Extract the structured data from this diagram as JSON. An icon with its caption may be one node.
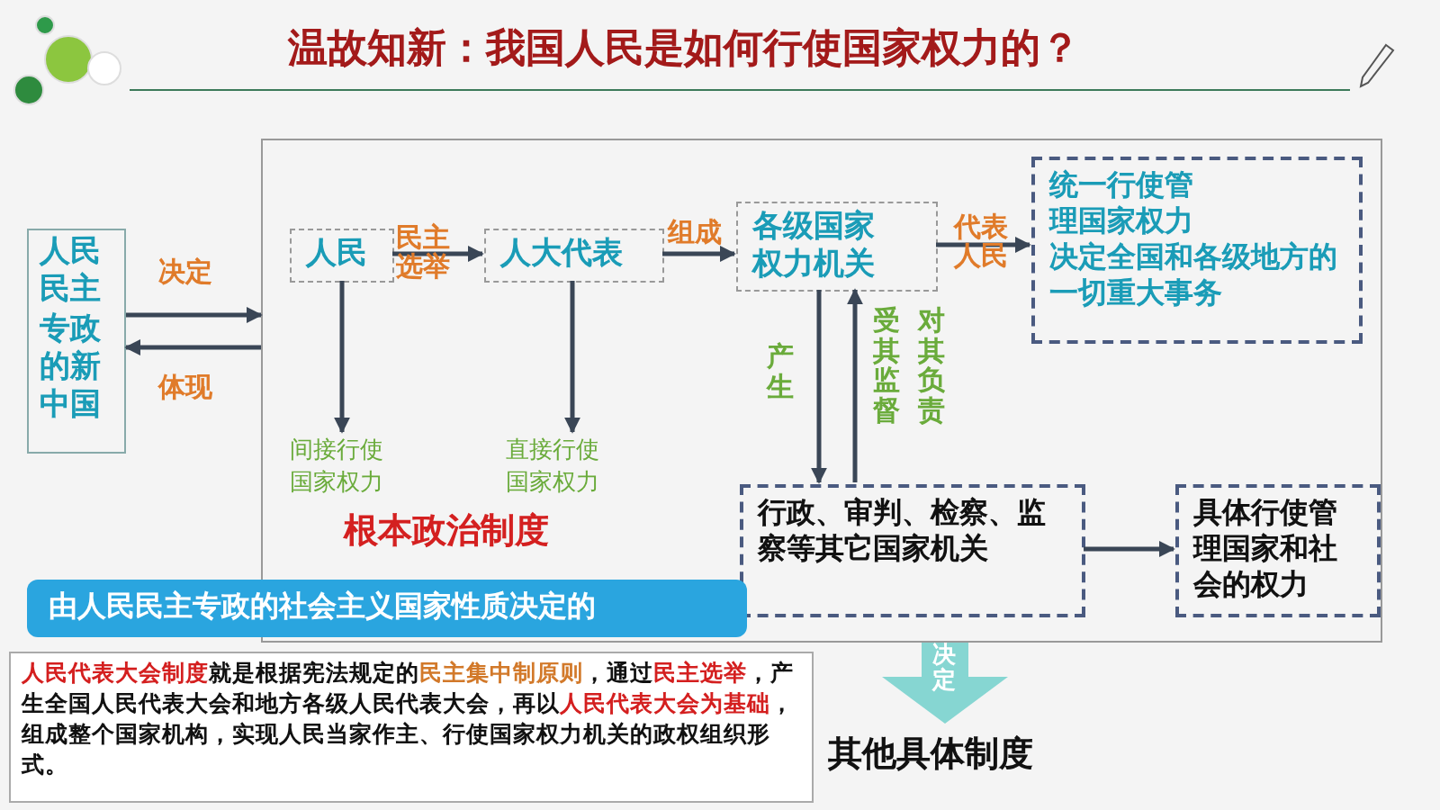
{
  "diagram": {
    "title": "温故知新：我国人民是如何行使国家权力的？",
    "nodes": [
      {
        "text": [
          "人民民主专政的新中国"
        ]
      },
      {
        "text": [
          "根本政治制度"
        ]
      },
      {
        "text": [
          "人民"
        ],
        "in": 1
      },
      {
        "text": [
          "人大代表"
        ],
        "in": 1
      },
      {
        "text": [
          "各级国家权力机关"
        ],
        "in": 1
      },
      {
        "text": [
          "统一行使管理国家权力",
          "决定全国和各级地方的一切重大事务"
        ],
        "in": 1
      },
      {
        "text": [
          "间接行使国家权力"
        ],
        "in": 1
      },
      {
        "text": [
          "直接行使国家权力"
        ],
        "in": 1
      },
      {
        "text": [
          "行政、审判、检察、监察等其它国家机关"
        ],
        "in": 1
      },
      {
        "text": [
          "具体行使管理国家和社会的权力"
        ],
        "in": 1
      },
      {
        "text": [
          "由人民民主专政的社会主义国家性质决定的"
        ]
      },
      {
        "text": [
          "**人民代表大会制度**就是根据宪法规定的**民主集中制原则**，通过**民主选举**，产生全国人民代表大会和地方各级人民代表大会，再以**人民代表大会为基础**，组成整个国家机构，实现人民当家作主、行使国家权力机关的政权组织形式。"
        ]
      },
      {
        "text": [
          "其他具体制度"
        ]
      }
    ],
    "edges": [
      {
        "from": 0,
        "to": 1,
        "arrow": "to",
        "label": "决定"
      },
      {
        "from": 1,
        "to": 0,
        "arrow": "to",
        "label": "体现"
      },
      {
        "from": 2,
        "to": 3,
        "arrow": "to",
        "label": "民主选举"
      },
      {
        "from": 3,
        "to": 4,
        "arrow": "to",
        "label": "组成"
      },
      {
        "from": 4,
        "to": 5,
        "arrow": "to",
        "label": "代表人民"
      },
      {
        "from": 2,
        "to": 6,
        "arrow": "to"
      },
      {
        "from": 3,
        "to": 7,
        "arrow": "to"
      },
      {
        "from": 4,
        "to": 8,
        "arrow": "to",
        "label": "产生"
      },
      {
        "from": 8,
        "to": 4,
        "arrow": "to",
        "label": "受其监督"
      },
      {
        "from": 8,
        "to": 9,
        "arrow": "to"
      },
      {
        "from": 1,
        "to": 12,
        "arrow": "to",
        "label": "决定",
        "style": "thick",
        "color": "#86d6d2"
      }
    ],
    "labels": [
      "对其负责"
    ]
  }
}
